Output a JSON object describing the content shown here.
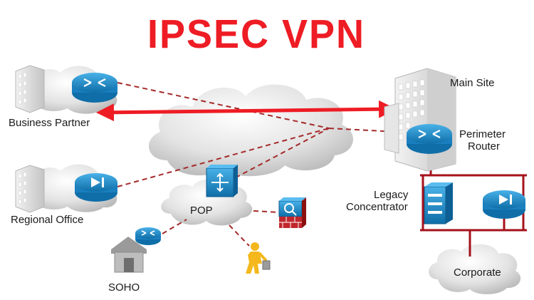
{
  "title": "IPSEC VPN",
  "labels": {
    "business_partner": "Business Partner",
    "regional_office": "Regional Office",
    "soho": "SOHO",
    "pop": "POP",
    "main_site": "Main Site",
    "perimeter_router_1": "Perimeter",
    "perimeter_router_2": "Router",
    "legacy_concentrator_1": "Legacy",
    "legacy_concentrator_2": "Concentrator",
    "corporate": "Corporate"
  },
  "colors": {
    "title": "#ee1c24",
    "tunnel": "#a52a2a",
    "vpn_arrow": "#ee1c24",
    "lan": "#a5121b",
    "device_blue": "#1e88c8",
    "building": "#d8d8d8"
  },
  "icons": [
    "router-icon",
    "vpn-concentrator-icon",
    "firewall-icon",
    "building-icon",
    "cloud-icon",
    "house-icon",
    "mobile-user-icon",
    "switch-icon"
  ]
}
